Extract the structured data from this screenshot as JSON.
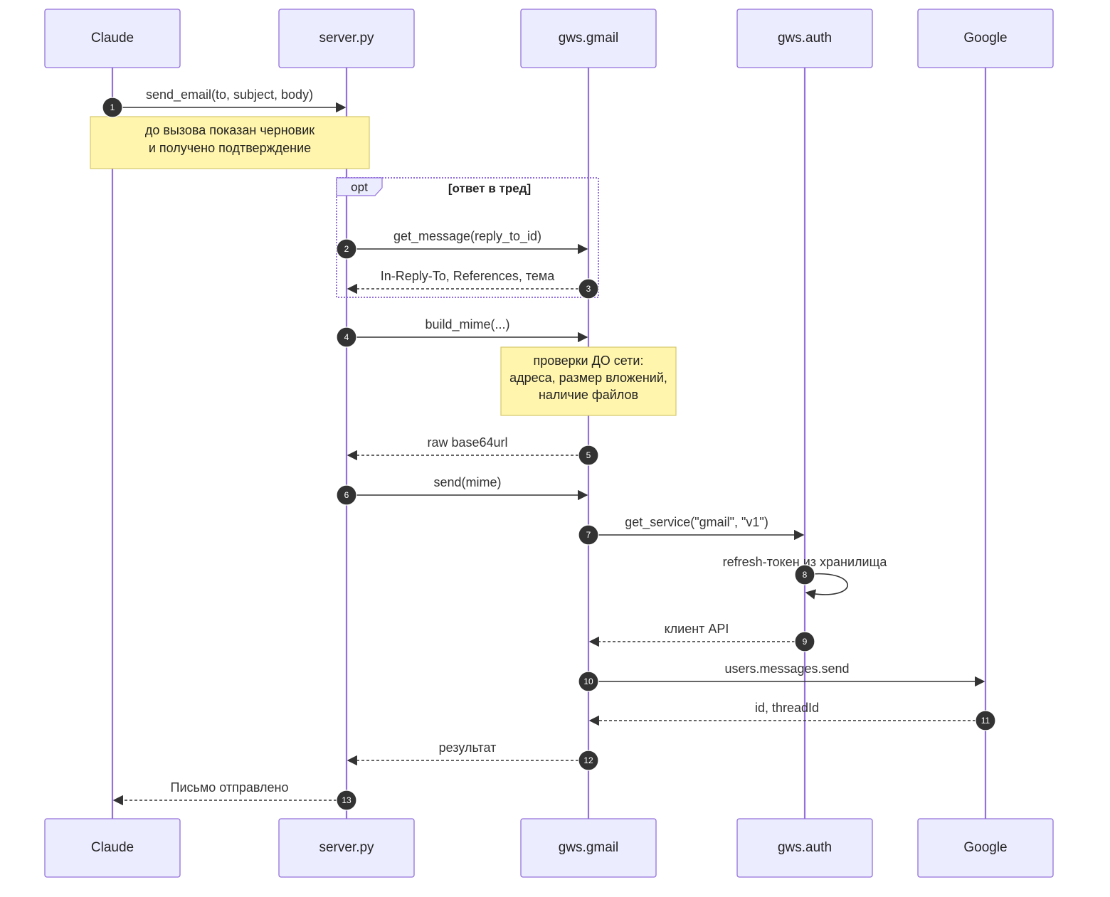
{
  "participants": [
    {
      "id": "claude",
      "label": "Claude"
    },
    {
      "id": "server",
      "label": "server.py"
    },
    {
      "id": "gmail",
      "label": "gws.gmail"
    },
    {
      "id": "auth",
      "label": "gws.auth"
    },
    {
      "id": "google",
      "label": "Google"
    }
  ],
  "messages": [
    {
      "n": "1",
      "from": "claude",
      "to": "server",
      "text": "send_email(to, subject, body)",
      "style": "solid"
    },
    {
      "n": "2",
      "from": "server",
      "to": "gmail",
      "text": "get_message(reply_to_id)",
      "style": "solid"
    },
    {
      "n": "3",
      "from": "gmail",
      "to": "server",
      "text": "In-Reply-To, References, тема",
      "style": "dashed"
    },
    {
      "n": "4",
      "from": "server",
      "to": "gmail",
      "text": "build_mime(...)",
      "style": "solid"
    },
    {
      "n": "5",
      "from": "gmail",
      "to": "server",
      "text": "raw base64url",
      "style": "dashed"
    },
    {
      "n": "6",
      "from": "server",
      "to": "gmail",
      "text": "send(mime)",
      "style": "solid"
    },
    {
      "n": "7",
      "from": "gmail",
      "to": "auth",
      "text": "get_service(\"gmail\", \"v1\")",
      "style": "solid"
    },
    {
      "n": "8",
      "from": "auth",
      "to": "auth",
      "text": "refresh-токен из хранилища",
      "style": "self"
    },
    {
      "n": "9",
      "from": "auth",
      "to": "gmail",
      "text": "клиент API",
      "style": "dashed"
    },
    {
      "n": "10",
      "from": "gmail",
      "to": "google",
      "text": "users.messages.send",
      "style": "solid"
    },
    {
      "n": "11",
      "from": "google",
      "to": "gmail",
      "text": "id, threadId",
      "style": "dashed"
    },
    {
      "n": "12",
      "from": "gmail",
      "to": "server",
      "text": "результат",
      "style": "dashed"
    },
    {
      "n": "13",
      "from": "server",
      "to": "claude",
      "text": "Письмо отправлено",
      "style": "dashed"
    }
  ],
  "notes": [
    {
      "lines": [
        "до вызова показан черновик",
        "и получено подтверждение"
      ]
    },
    {
      "lines": [
        "проверки ДО сети:",
        "адреса, размер вложений,",
        "наличие файлов"
      ]
    }
  ],
  "opt_block": {
    "label": "opt",
    "condition": "[ответ в тред]"
  },
  "colors": {
    "actor_fill": "#ECECFF",
    "actor_border": "#9370DB",
    "lifeline": "#9370DB",
    "note_fill": "#FFF5AD",
    "note_border": "#D6C76B",
    "arrow": "#333333"
  }
}
